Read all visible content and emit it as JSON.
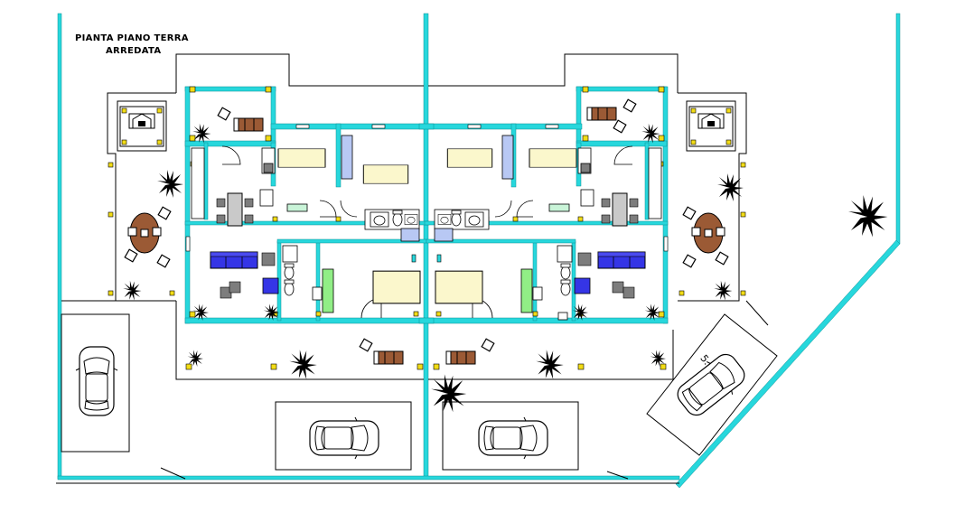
{
  "title": {
    "line1": "PIANTA PIANO TERRA",
    "line2": "ARREDATA"
  },
  "parking_label": "5.0",
  "colors": {
    "wall": "#27d7dc",
    "wall_dark": "#0b8f96",
    "outline": "#000000",
    "furniture_fill": "#fbf7cc",
    "sofa": "#3535e6",
    "table_brown": "#9b5a35",
    "bath_green": "#91ee86",
    "bath_fixture": "#b8c8f4",
    "column": "#f2dc16",
    "grey": "#7d7d7d",
    "plant": "#000000"
  },
  "icons": {
    "plant": "palm-plant-icon",
    "car": "car-top-view-icon",
    "lounger": "deck-chair-icon",
    "fireplace": "barbecue-icon"
  }
}
